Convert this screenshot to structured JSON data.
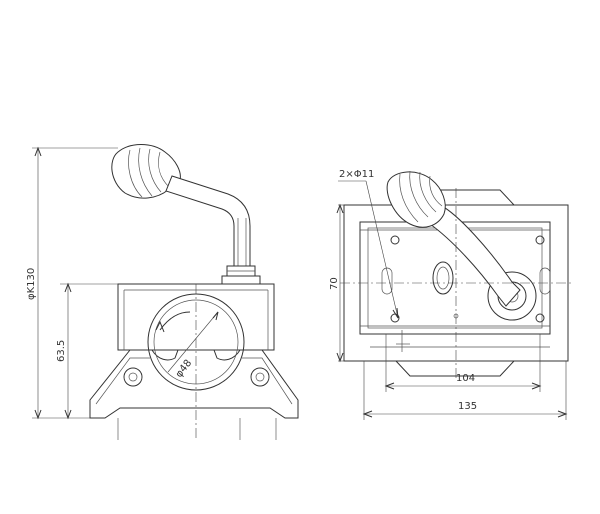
{
  "dimensions": {
    "height_overall": "φK130",
    "height_base": "63.5",
    "clamp_bore": "φ48",
    "hole_spec": "2×Φ11",
    "plate_height": "70",
    "hole_spacing": "104",
    "plate_width": "135"
  }
}
